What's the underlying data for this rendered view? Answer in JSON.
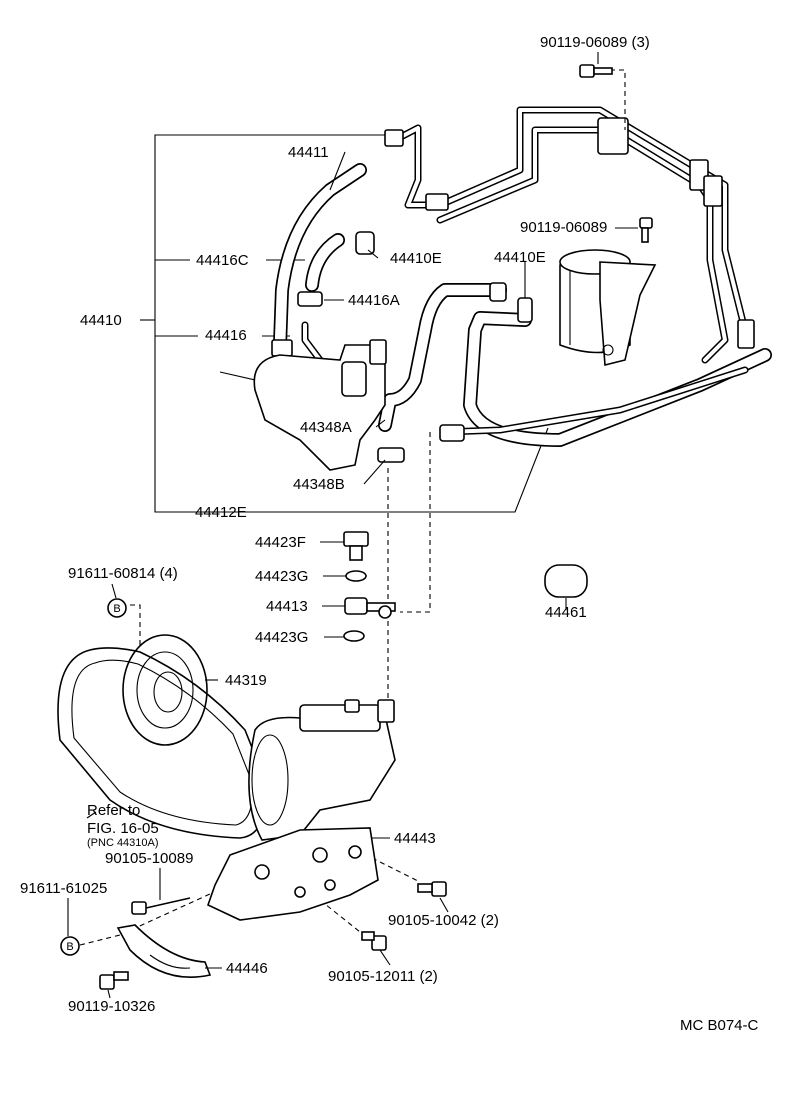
{
  "labels": {
    "bolt_90119_06089_3": "90119-06089 (3)",
    "bolt_90119_06089": "90119-06089",
    "p44411": "44411",
    "p44416C": "44416C",
    "p44410E_a": "44410E",
    "p44410E_b": "44410E",
    "p44416A": "44416A",
    "p44410": "44410",
    "p44416": "44416",
    "p44348A": "44348A",
    "p44348B": "44348B",
    "p44412E": "44412E",
    "p44423F": "44423F",
    "p44423G_a": "44423G",
    "p44413": "44413",
    "p44423G_b": "44423G",
    "p44461": "44461",
    "p91611_60814": "91611-60814 (4)",
    "p44319": "44319",
    "refer_to": "Refer to",
    "fig_16_05": "FIG. 16-05",
    "pnc": "(PNC 44310A)",
    "p90105_10089": "90105-10089",
    "p44443": "44443",
    "p91611_61025": "91611-61025",
    "p90105_10042": "90105-10042 (2)",
    "p90105_12011": "90105-12011 (2)",
    "p44446": "44446",
    "p90119_10326": "90119-10326",
    "marker_b_1": "B",
    "marker_b_2": "B",
    "ref_code": "MC  B074-C"
  }
}
